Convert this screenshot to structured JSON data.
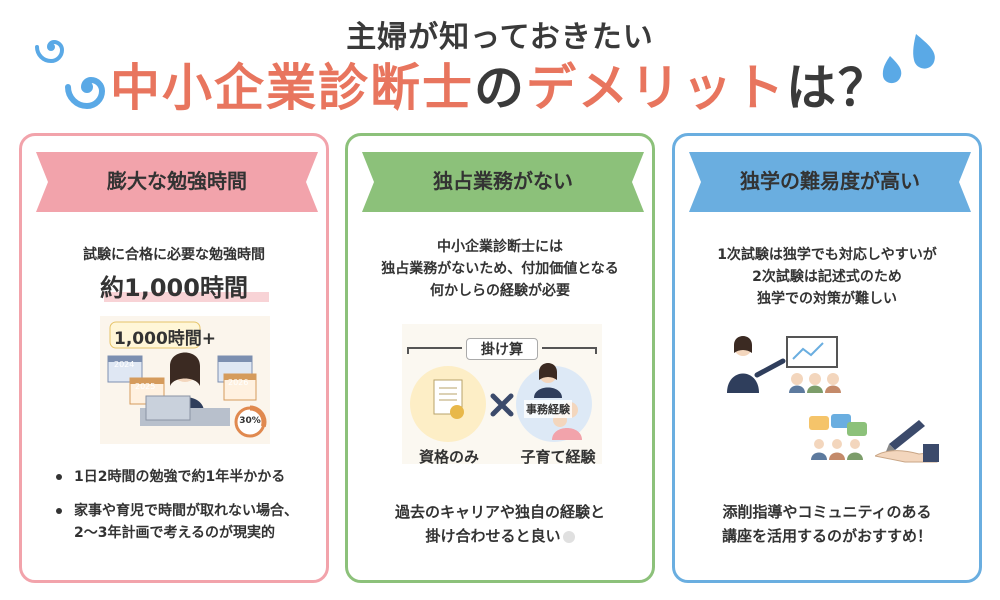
{
  "header": {
    "subtitle": "主婦が知っておきたい",
    "title_part1": "中小企業診断士",
    "title_part2": "の",
    "title_part3": "デメリット",
    "title_part4": "は？"
  },
  "colors": {
    "accent": "#e8755e",
    "pink": "#f2a3ab",
    "green": "#8cc17a",
    "blue": "#6aaee0",
    "swirl": "#5aa9e6"
  },
  "cards": [
    {
      "heading": "膨大な勉強時間",
      "desc": "試験に合格に必要な勉強時間",
      "highlight": "約1,000時間",
      "illustration": {
        "hours_label": "1,000時間+",
        "years": [
          "2024",
          "2025",
          "2026"
        ],
        "progress_label": "30%",
        "progress": 0.3
      },
      "bullets": [
        "1日2時間の勉強で約1年半かかる",
        "家事や育児で時間が取れない場合、",
        "2〜3年計画で考えるのが現実的"
      ]
    },
    {
      "heading": "独占業務がない",
      "desc_lines": [
        "中小企業診断士には",
        "独占業務がないため、付加価値となる",
        "何かしらの経験が必要"
      ],
      "illustration": {
        "bracket_label": "掛け算",
        "left_label": "資格のみ",
        "right_label": "子育て経験",
        "badge_label": "事務経験",
        "times": "×"
      },
      "footer_lines": [
        "過去のキャリアや独自の経験と",
        "掛け合わせると良い"
      ]
    },
    {
      "heading": "独学の難易度が高い",
      "desc_lines": [
        "1次試験は独学でも対応しやすいが",
        "2次試験は記述式のため",
        "独学での対策が難しい"
      ],
      "footer_lines": [
        "添削指導やコミュニティのある",
        "講座を活用するのがおすすめ！"
      ]
    }
  ]
}
